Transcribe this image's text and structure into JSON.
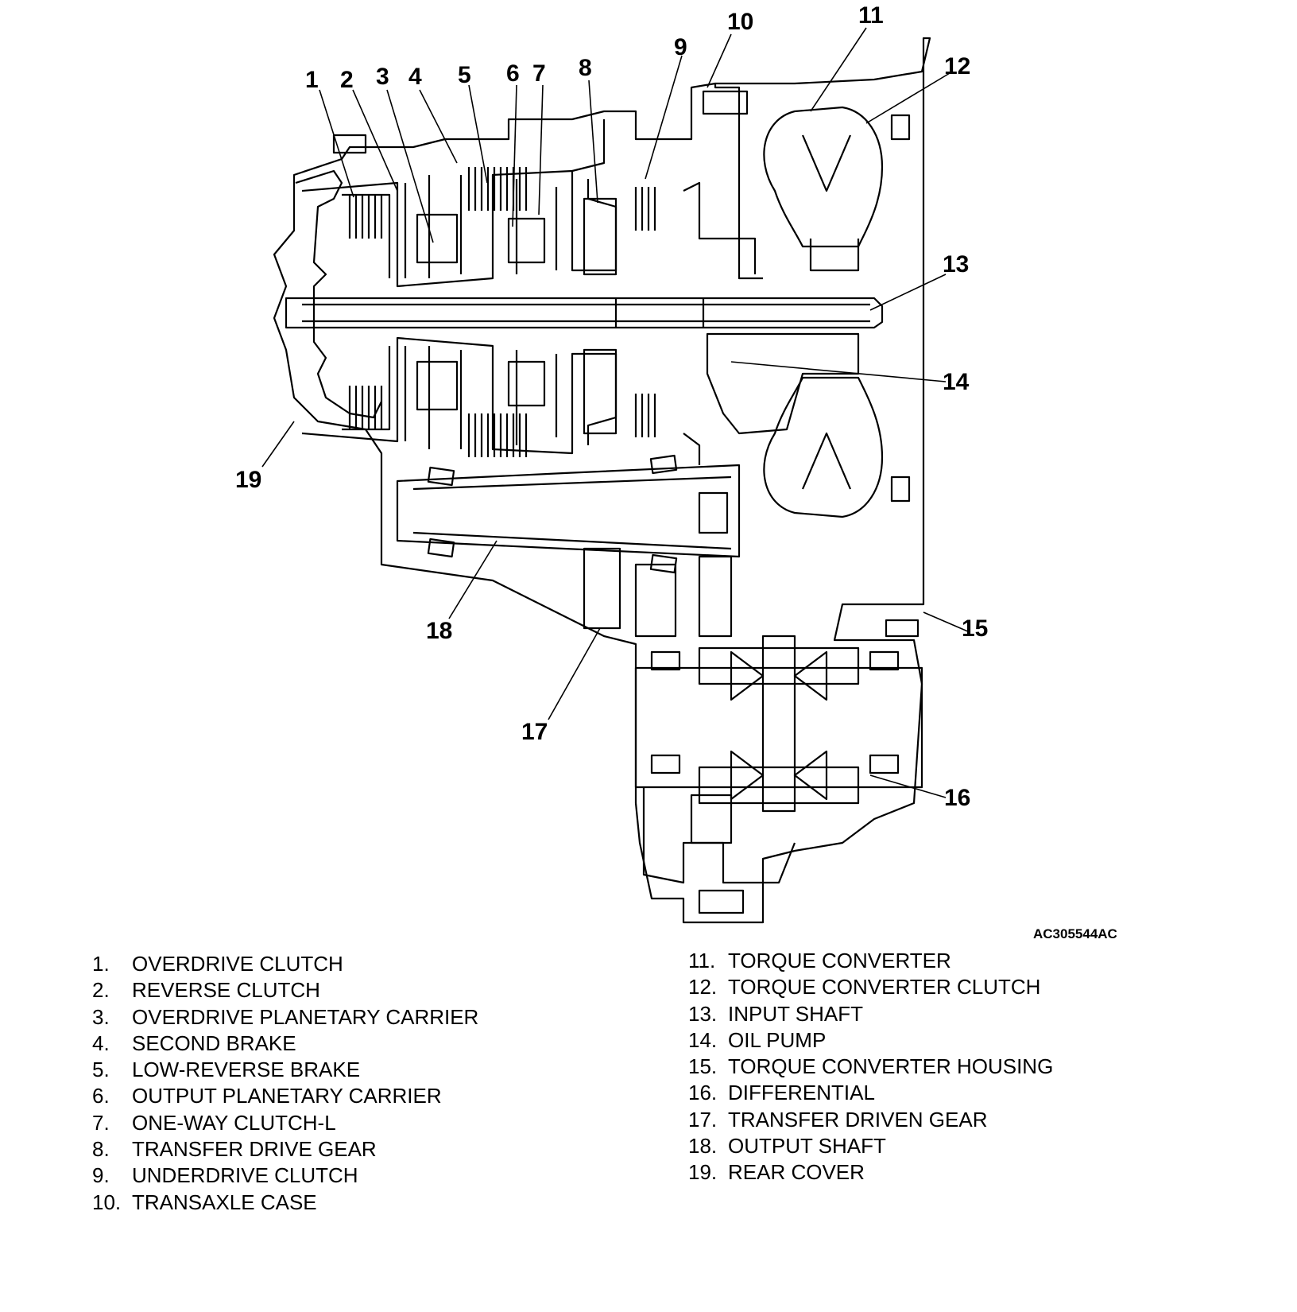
{
  "figure_id": "AC305544AC",
  "callouts": [
    "1",
    "2",
    "3",
    "4",
    "5",
    "6",
    "7",
    "8",
    "9",
    "10",
    "11",
    "12",
    "13",
    "14",
    "15",
    "16",
    "17",
    "18",
    "19"
  ],
  "legend": [
    {
      "num": "1.",
      "label": "OVERDRIVE CLUTCH"
    },
    {
      "num": "2.",
      "label": "REVERSE CLUTCH"
    },
    {
      "num": "3.",
      "label": "OVERDRIVE PLANETARY CARRIER"
    },
    {
      "num": "4.",
      "label": "SECOND BRAKE"
    },
    {
      "num": "5.",
      "label": "LOW-REVERSE BRAKE"
    },
    {
      "num": "6.",
      "label": "OUTPUT PLANETARY CARRIER"
    },
    {
      "num": "7.",
      "label": "ONE-WAY CLUTCH-L"
    },
    {
      "num": "8.",
      "label": "TRANSFER DRIVE GEAR"
    },
    {
      "num": "9.",
      "label": "UNDERDRIVE CLUTCH"
    },
    {
      "num": "10.",
      "label": "TRANSAXLE CASE"
    },
    {
      "num": "11.",
      "label": "TORQUE CONVERTER"
    },
    {
      "num": "12.",
      "label": "TORQUE CONVERTER CLUTCH"
    },
    {
      "num": "13.",
      "label": "INPUT SHAFT"
    },
    {
      "num": "14.",
      "label": "OIL PUMP"
    },
    {
      "num": "15.",
      "label": "TORQUE CONVERTER HOUSING"
    },
    {
      "num": "16.",
      "label": "DIFFERENTIAL"
    },
    {
      "num": "17.",
      "label": "TRANSFER DRIVEN GEAR"
    },
    {
      "num": "18.",
      "label": "OUTPUT SHAFT"
    },
    {
      "num": "19.",
      "label": "REAR COVER"
    }
  ]
}
